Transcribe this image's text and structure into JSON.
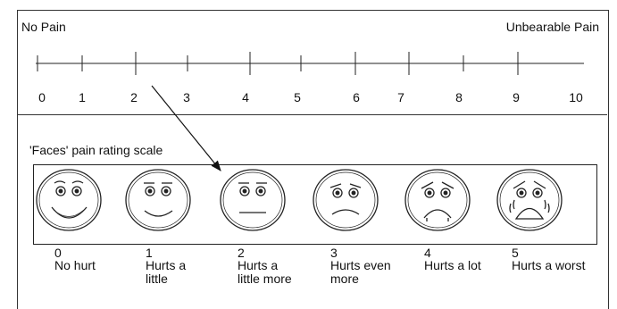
{
  "scale": {
    "left_label": "No Pain",
    "right_label": "Unbearable Pain",
    "ticks": [
      "0",
      "1",
      "2",
      "3",
      "4",
      "5",
      "6",
      "7",
      "8",
      "9",
      "10"
    ]
  },
  "faces_title": "'Faces' pain rating scale",
  "faces": [
    {
      "number": "0",
      "description": "No hurt",
      "expression": "big-smile"
    },
    {
      "number": "1",
      "description": "Hurts a\nlittle",
      "expression": "smile"
    },
    {
      "number": "2",
      "description": "Hurts a\nlittle more",
      "expression": "neutral"
    },
    {
      "number": "3",
      "description": "Hurts even\nmore",
      "expression": "slight-frown"
    },
    {
      "number": "4",
      "description": "Hurts a lot",
      "expression": "frown"
    },
    {
      "number": "5",
      "description": "Hurts a worst",
      "expression": "crying"
    }
  ]
}
